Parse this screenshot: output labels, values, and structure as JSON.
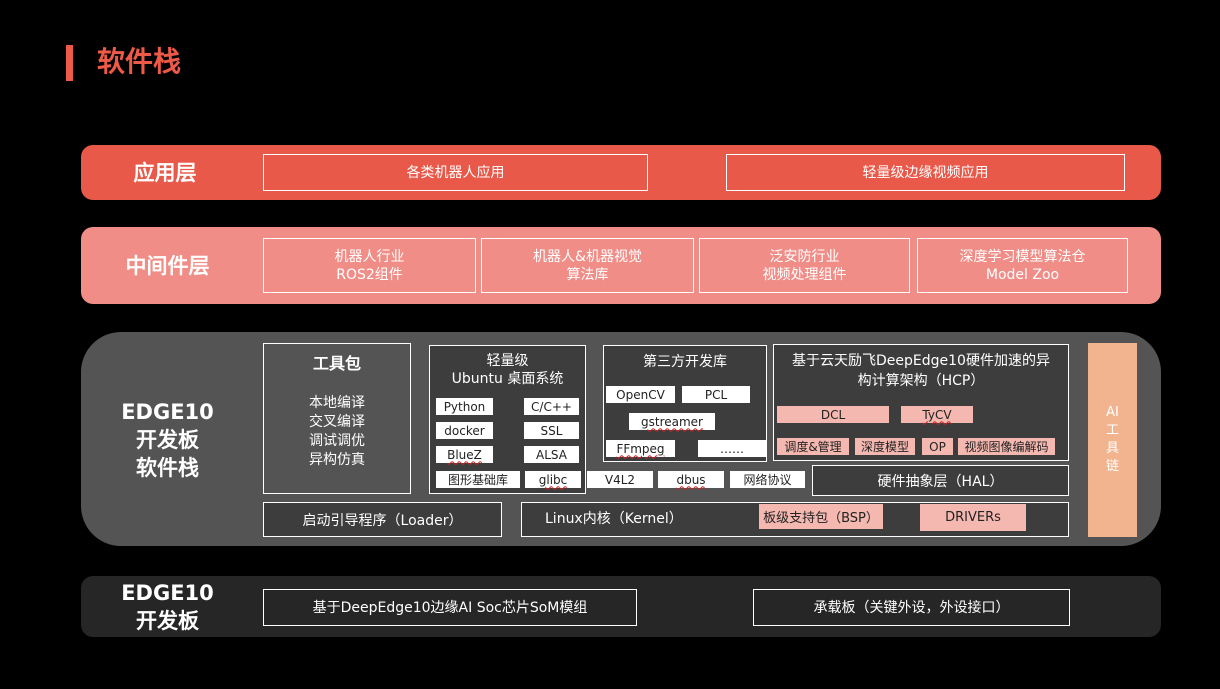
{
  "page_title": "软件栈",
  "app_layer": {
    "label": "应用层",
    "items": [
      "各类机器人应用",
      "轻量级边缘视频应用"
    ]
  },
  "middleware_layer": {
    "label": "中间件层",
    "items": [
      {
        "line1": "机器人行业",
        "line2": "ROS2组件"
      },
      {
        "line1": "机器人&机器视觉",
        "line2": "算法库"
      },
      {
        "line1": "泛安防行业",
        "line2": "视频处理组件"
      },
      {
        "line1": "深度学习模型算法仓",
        "line2": "Model  Zoo"
      }
    ]
  },
  "dev_stack": {
    "label_line1": "EDGE10",
    "label_line2": "开发板",
    "label_line3": "软件栈",
    "toolkit": {
      "title": "工具包",
      "items": [
        "本地编译",
        "交叉编译",
        "调试调优",
        "异构仿真"
      ]
    },
    "ubuntu": {
      "title_line1": "轻量级",
      "title_line2": "Ubuntu 桌面系统",
      "chips": [
        "Python",
        "C/C++",
        "docker",
        "SSL",
        "BlueZ",
        "ALSA",
        "图形基础库"
      ]
    },
    "third_party": {
      "title": "第三方开发库",
      "chips": [
        "OpenCV",
        "PCL",
        "gstreamer",
        "FFmpeg",
        "……"
      ]
    },
    "bottom_row_chips": [
      "glibc",
      "V4L2",
      "dbus",
      "网络协议"
    ],
    "hcp": {
      "title_line1": "基于云天励飞DeepEdge10硬件加速的异",
      "title_line2": "构计算架构（HCP）",
      "chips_row1": [
        "DCL",
        "TyCV"
      ],
      "chips_row2": [
        "调度&管理",
        "深度模型",
        "OP",
        "视频图像编解码"
      ]
    },
    "hal": "硬件抽象层（HAL）",
    "loader": "启动引导程序（Loader）",
    "kernel": "Linux内核（Kernel）",
    "bsp": "板级支持包（BSP）",
    "drivers": "DRIVERs",
    "ai_toolchain": [
      "AI",
      "工",
      "具",
      "链"
    ]
  },
  "board_layer": {
    "label_line1": "EDGE10",
    "label_line2": "开发板",
    "items": [
      "基于DeepEdge10边缘AI Soc芯片SoM模组",
      "承载板（关键外设，外设接口）"
    ]
  },
  "colors": {
    "accent": "#ee5a47",
    "app_layer": "#e9594a",
    "middleware_layer": "#f18d87",
    "dev_layer": "#545454",
    "board_layer": "#262626",
    "ai_toolchain": "#f2b38f",
    "pink_chip": "#f4b8b1"
  }
}
